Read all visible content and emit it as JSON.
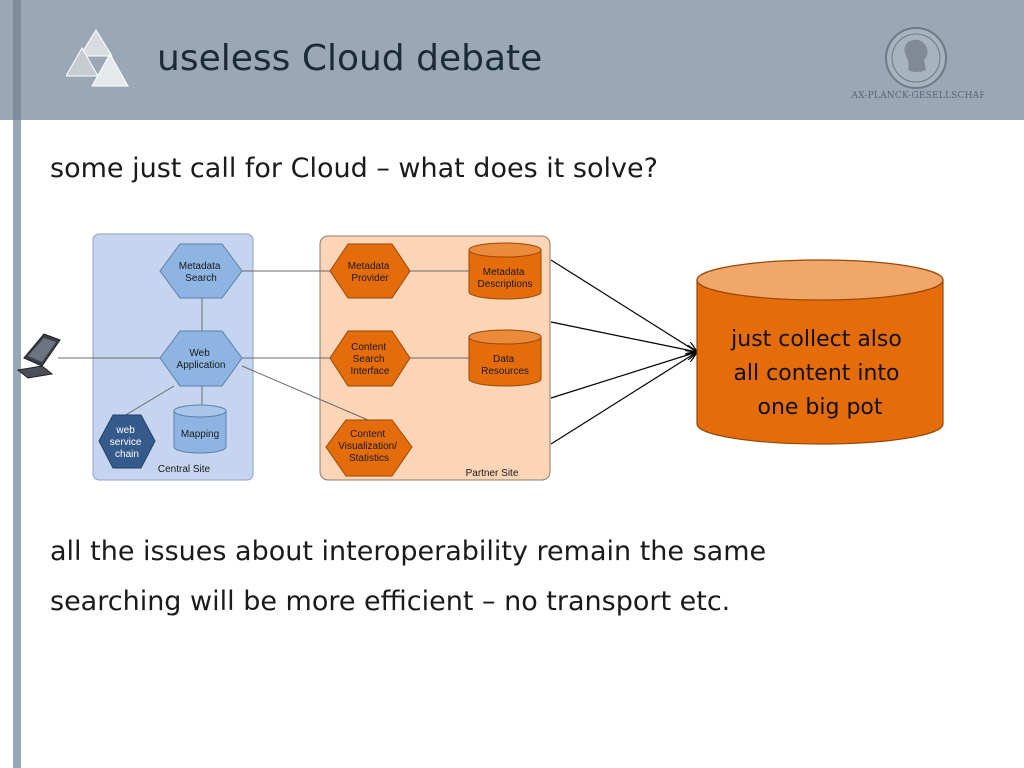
{
  "header": {
    "title": "useless Cloud debate",
    "seal_text": "MAX-PLANCK-GESELLSCHAFT"
  },
  "bullets": [
    "some just call for Cloud – what does it solve?",
    "all the issues about interoperability remain the same",
    "searching will be more efficient – no transport etc."
  ],
  "diagram": {
    "central_site": {
      "label": "Central Site",
      "metadata_search": [
        "Metadata",
        "Search"
      ],
      "web_application": [
        "Web",
        "Application"
      ],
      "mapping": [
        "Mapping"
      ],
      "web_service_chain": [
        "web",
        "service",
        "chain"
      ]
    },
    "partner_site": {
      "label": "Partner Site",
      "metadata_provider": [
        "Metadata",
        "Provider"
      ],
      "content_search_interface": [
        "Content",
        "Search",
        "Interface"
      ],
      "content_visualization": [
        "Content",
        "Visualization/",
        "Statistics"
      ],
      "metadata_descriptions": [
        "Metadata",
        "Descriptions"
      ],
      "data_resources": [
        "Data",
        "Resources"
      ]
    },
    "big_pot": [
      "just collect also",
      "all content into",
      "one big pot"
    ]
  },
  "colors": {
    "header_band": "#9aa8b6",
    "central_site_fill": "#c5d5ef",
    "partner_site_fill": "#fbd5b5",
    "blue_node": "#8db4e2",
    "dark_blue_node": "#355a8c",
    "orange_node": "#e46c0a",
    "pot_top": "#f1a66a"
  }
}
